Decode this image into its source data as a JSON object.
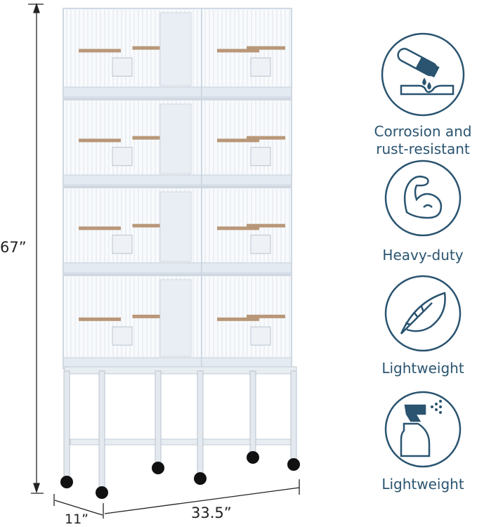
{
  "dimensions": {
    "height": "67”",
    "depth": "11”",
    "width": "33.5”"
  },
  "features": [
    {
      "icon": "corrosion-test-tube-icon",
      "label_lines": [
        "Corrosion and",
        "rust-resistant"
      ]
    },
    {
      "icon": "flexed-arm-icon",
      "label_lines": [
        "Heavy-duty"
      ]
    },
    {
      "icon": "feather-icon",
      "label_lines": [
        "Lightweight"
      ]
    },
    {
      "icon": "spray-bottle-icon",
      "label_lines": [
        "Lightweight"
      ]
    }
  ],
  "colors": {
    "icon": "#2a5470",
    "cage": "#dfe6ee",
    "perch": "#b89778",
    "wheel": "#111111"
  }
}
